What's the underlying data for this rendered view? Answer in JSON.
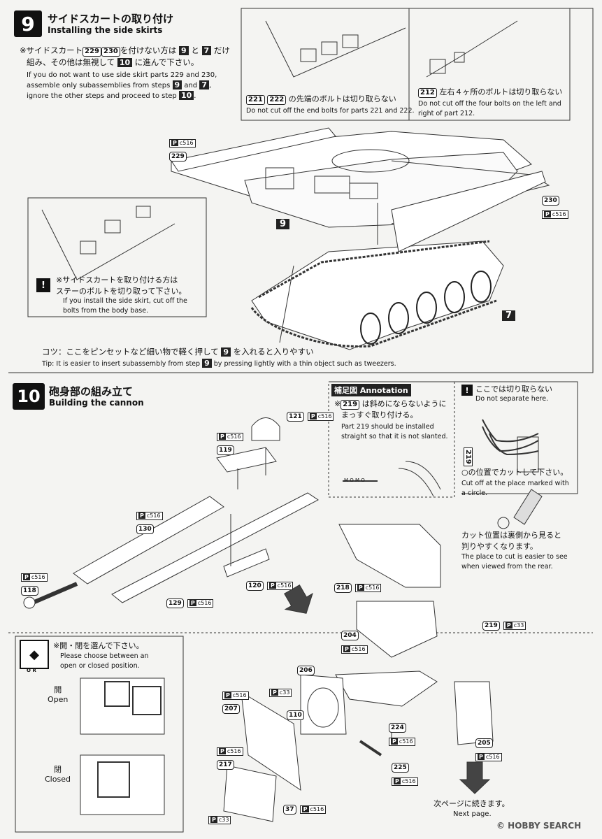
{
  "step9": {
    "number": "9",
    "title_jp": "サイドスカートの取り付け",
    "title_en": "Installing the side skirts",
    "note_jp_1": "※サイドスカート",
    "note_jp_parts": [
      "229",
      "230"
    ],
    "note_jp_2": "を付けない方は",
    "note_jp_3": "と",
    "note_jp_4": "だけ",
    "note_jp_line2a": "組み、その他は無視して",
    "note_jp_line2b": "に進んで下さい。",
    "note_en_1": "If you do not want to use side skirt parts 229 and 230,",
    "note_en_2": "assemble only subassemblies from steps",
    "note_en_and": "and",
    "note_en_3": "ignore the other steps and proceed to step",
    "refs": {
      "s9": "9",
      "s7": "7",
      "s10": "10"
    },
    "callout_221_jp": "の先端のボルトは切り取らない",
    "callout_221_parts": [
      "221",
      "222"
    ],
    "callout_221_en": "Do not cut off the end bolts for parts 221 and 222.",
    "callout_212_part": "212",
    "callout_212_jp": "左右４ヶ所のボルトは切り取らない",
    "callout_212_en_1": "Do not cut off the four bolts on the left and",
    "callout_212_en_2": "right of part 212.",
    "inset_jp_1": "※サイドスカートを取り付ける方は",
    "inset_jp_2": "ステーのボルトを切り取って下さい。",
    "inset_en_1": "If you install the side skirt, cut off the",
    "inset_en_2": "bolts from the body base.",
    "tip_jp_1": "コツ：ここをピンセットなど細い物で軽く押して",
    "tip_jp_2": "を入れると入りやすい",
    "tip_en_1": "Tip: It is easier to insert subassembly from step",
    "tip_en_2": "by pressing lightly with a thin object such as tweezers.",
    "parts": {
      "p229": "229",
      "p230": "230",
      "sprue": "c516",
      "sprue_letter": "P"
    },
    "labels": {
      "l9": "9",
      "l7": "7"
    }
  },
  "step10": {
    "number": "10",
    "title_jp": "砲身部の組み立て",
    "title_en": "Building the cannon",
    "parts": {
      "p121": "121",
      "p119": "119",
      "p130": "130",
      "p118": "118",
      "p129": "129",
      "p120": "120",
      "p218": "218",
      "p204": "204",
      "p219": "219",
      "p206": "206",
      "p207": "207",
      "p110": "110",
      "p224": "224",
      "p205": "205",
      "p217": "217",
      "p225": "225",
      "p37": "37"
    },
    "sprues": {
      "c516": "c516",
      "c33": "c33",
      "letter": "P"
    }
  },
  "annotation": {
    "header_jp": "補足図",
    "header_en": "Annotation",
    "part": "219",
    "jp_1": "は斜めにならないように",
    "jp_2": "まっすぐ取り付ける。",
    "en_1": "Part 219 should be installed",
    "en_2": "straight so that it is not slanted.",
    "ruler": "M  O  M  O"
  },
  "cut_note": {
    "jp": "ここでは切り取らない",
    "en": "Do not separate here.",
    "circle_jp": "○の位置でカットして下さい。",
    "circle_en_1": "Cut off at the place marked with",
    "circle_en_2": "a circle.",
    "rear_jp_1": "カット位置は裏側から見ると",
    "rear_jp_2": "判りやすくなります。",
    "rear_en_1": "The place to cut is easier to see",
    "rear_en_2": "when viewed from the rear.",
    "part_vertical": "219"
  },
  "position_select": {
    "jp": "※開・閉を選んで下さい。",
    "en_1": "Please choose between an",
    "en_2": "open or closed position.",
    "or_label": "O R",
    "open_jp": "開",
    "open_en": "Open",
    "closed_jp": "閉",
    "closed_en": "Closed"
  },
  "footer": {
    "next_jp": "次ページに続きます。",
    "next_en": "Next page.",
    "watermark": "© HOBBY SEARCH"
  }
}
